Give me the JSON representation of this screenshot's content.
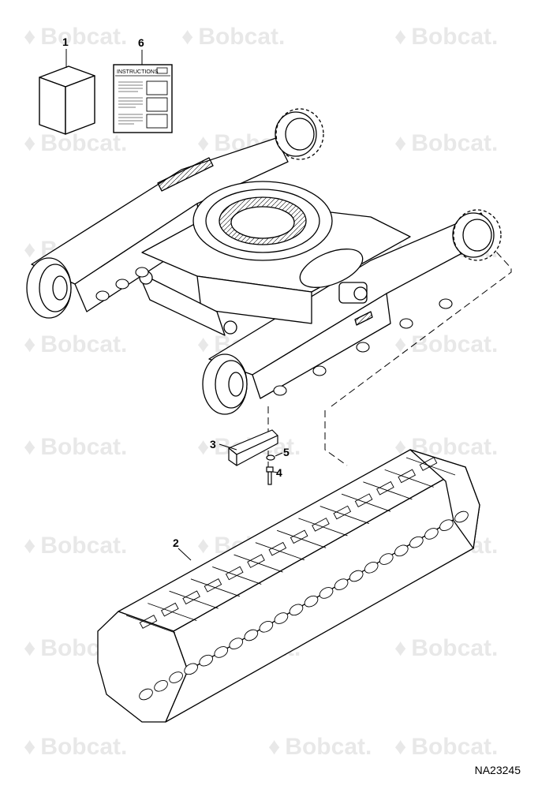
{
  "watermark": {
    "text": "Bobcat.",
    "icon": "bobcat-logo-icon"
  },
  "callouts": {
    "c1": "1",
    "c2": "2",
    "c3": "3",
    "c4": "4",
    "c5": "5",
    "c6": "6"
  },
  "manual": {
    "header": "INSTRUCTIONS"
  },
  "figure_number": "NA23245",
  "colors": {
    "line": "#000000",
    "watermark": "#9a9a9a",
    "background": "#ffffff"
  }
}
